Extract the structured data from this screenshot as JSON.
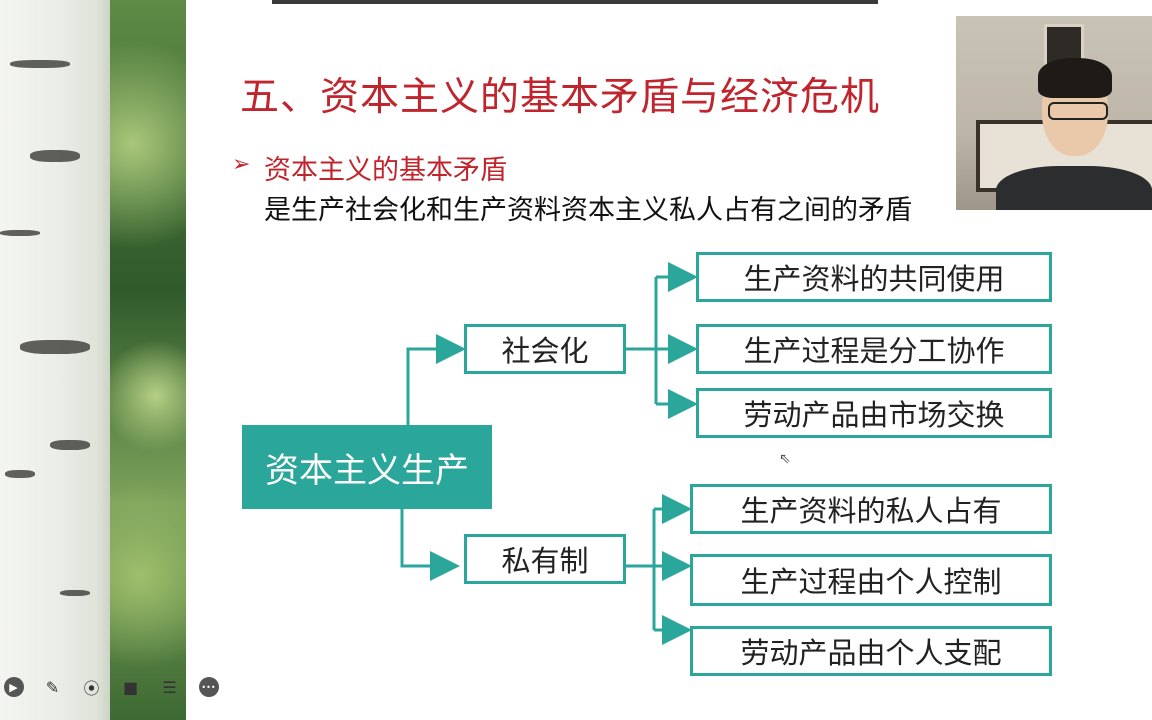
{
  "slide": {
    "title": "五、资本主义的基本矛盾与经济危机",
    "bullet_marker": "➢",
    "point_heading": "资本主义的基本矛盾",
    "point_text": "是生产社会化和生产资料资本主义私人占有之间的矛盾"
  },
  "diagram": {
    "root": "资本主义生产",
    "branch_top": "社会化",
    "branch_bottom": "私有制",
    "top_items": [
      "生产资料的共同使用",
      "生产过程是分工协作",
      "劳动产品由市场交换"
    ],
    "bottom_items": [
      "生产资料的私人占有",
      "生产过程由个人控制",
      "劳动产品由个人支配"
    ]
  },
  "colors": {
    "title": "#c0242c",
    "accent": "#2aa79a"
  },
  "toolbar": {
    "icons": [
      "play-icon",
      "pen-icon",
      "screenshot-icon",
      "camera-icon",
      "chat-icon",
      "more-icon"
    ],
    "play": "▶",
    "pen": "✎",
    "screenshot": "⦿",
    "camera": "■",
    "chat": "☰",
    "more": "•••"
  }
}
